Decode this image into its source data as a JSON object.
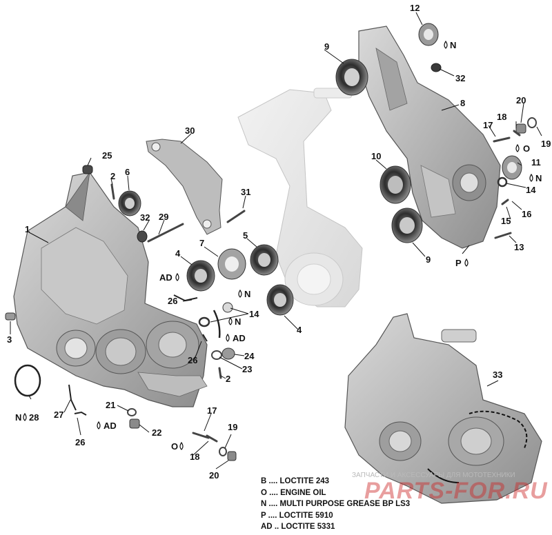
{
  "callouts": {
    "c1": "1",
    "c2a": "2",
    "c2b": "2",
    "c3": "3",
    "c4a": "4",
    "c4b": "4",
    "c5": "5",
    "c6": "6",
    "c7": "7",
    "c8": "8",
    "c9a": "9",
    "c9b": "9",
    "c10": "10",
    "c11": "11",
    "c12": "12",
    "c13": "13",
    "c14a": "14",
    "c14b": "14",
    "c15": "15",
    "c16": "16",
    "c17a": "17",
    "c17b": "17",
    "c18a": "18",
    "c18b": "18",
    "c19a": "19",
    "c19b": "19",
    "c20a": "20",
    "c20b": "20",
    "c21": "21",
    "c22": "22",
    "c23": "23",
    "c24": "24",
    "c25": "25",
    "c26a": "26",
    "c26b": "26",
    "c26c": "26",
    "c27": "27",
    "c28": "28",
    "c29": "29",
    "c30": "30",
    "c31": "31",
    "c32a": "32",
    "c32b": "32",
    "c33": "33"
  },
  "chem_marks": {
    "n1": "N",
    "n2": "N",
    "n3": "N",
    "n4": "N",
    "n5": "N",
    "o1": "O",
    "o2": "O",
    "ad1": "AD",
    "ad2": "AD",
    "ad3": "AD",
    "p1": "P"
  },
  "legend": [
    {
      "code": "B",
      "sep": " .... ",
      "text": "LOCTITE 243"
    },
    {
      "code": "O",
      "sep": " .... ",
      "text": "ENGINE OIL"
    },
    {
      "code": "N",
      "sep": " .... ",
      "text": "MULTI PURPOSE GREASE BP LS3"
    },
    {
      "code": "P",
      "sep": " .... ",
      "text": "LOCTITE 5910"
    },
    {
      "code": "AD",
      "sep": " .. ",
      "text": "LOCTITE 5331"
    }
  ],
  "watermark": {
    "caption": "ЗАПЧАСТИ И АКСЕССУАРЫ ДЛЯ МОТОТЕХНИКИ",
    "logo": "PARTS-FOR.RU"
  }
}
